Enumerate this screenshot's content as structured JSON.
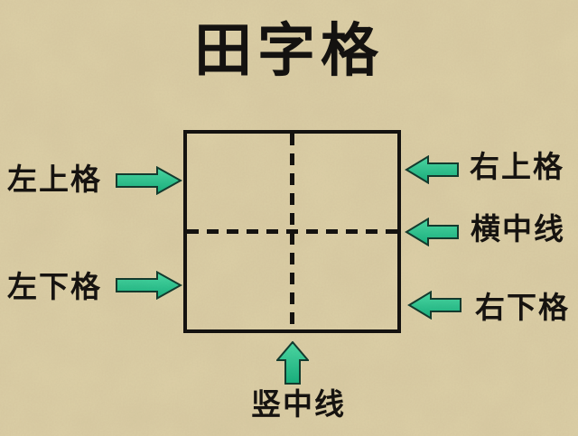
{
  "title": "田字格",
  "labels": {
    "upper_left": "左上格",
    "lower_left": "左下格",
    "upper_right": "右上格",
    "horizontal_midline": "横中线",
    "lower_right": "右下格",
    "vertical_midline": "竖中线"
  },
  "colors": {
    "background": "#ddd0ab",
    "line": "#141210",
    "arrow_gradient_top": "#4edcaa",
    "arrow_gradient_bottom": "#18b181",
    "arrow_outline": "#143c30"
  },
  "diagram": {
    "type": "tian-zi-ge character practice grid",
    "grid_border": "solid black square",
    "midlines": "dashed horizontal and vertical center lines"
  }
}
